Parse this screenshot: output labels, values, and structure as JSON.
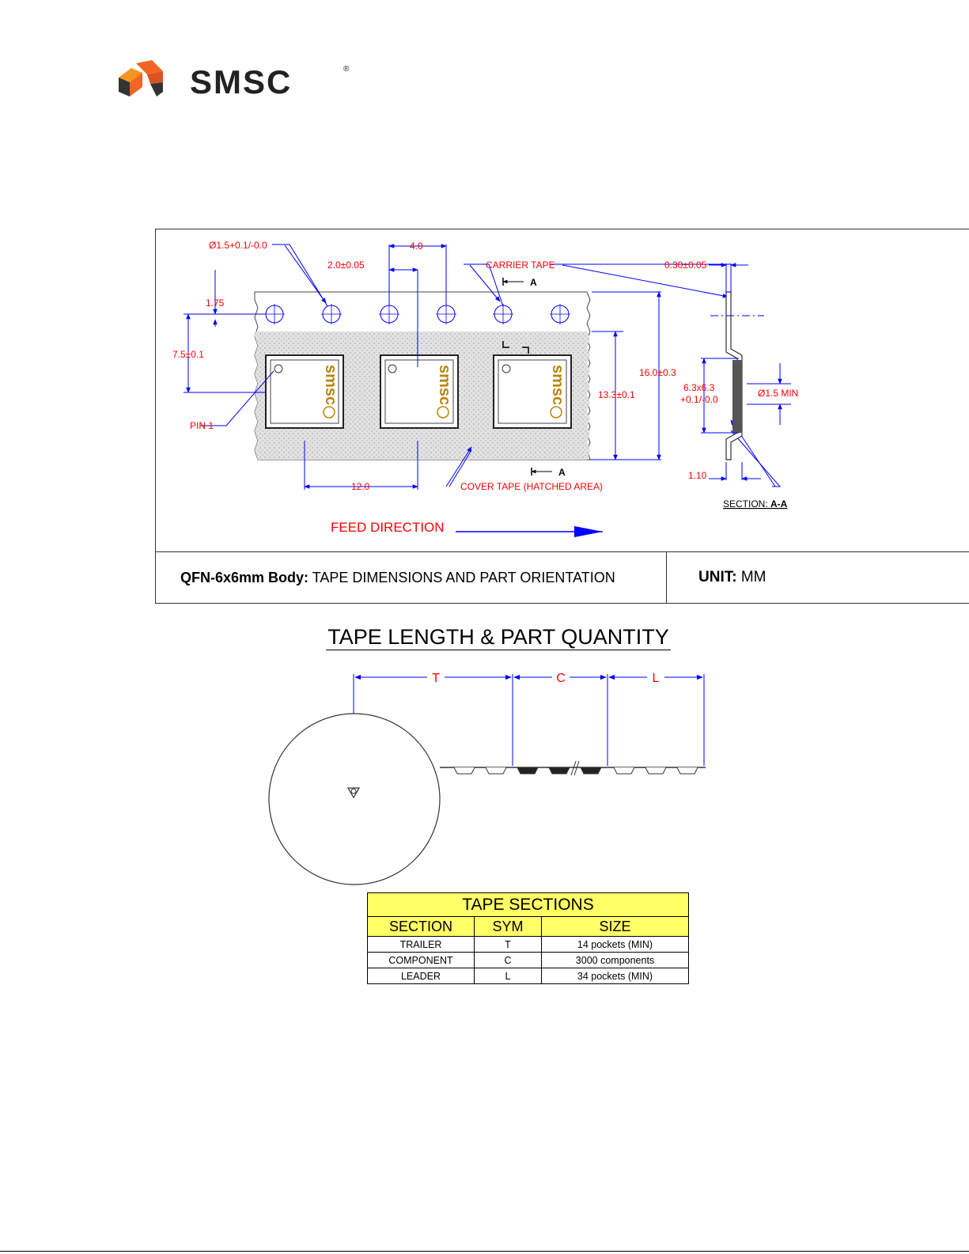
{
  "logo": {
    "brand": "SMSC",
    "registered": "®"
  },
  "drawing": {
    "dims": {
      "hole_dia": "Ø1.5+0.1/-0.0",
      "hole_pitch": "4.0",
      "hole_to_pocket": "2.0±0.05",
      "carrier_tape": "CARRIER TAPE",
      "tape_thickness": "0.30±0.05",
      "edge_to_hole": "1.75",
      "hole_to_center": "7.5±0.1",
      "pin1": "PIN 1",
      "cover_width": "13.3±0.1",
      "tape_width": "16.0±0.3",
      "pocket_size": "6.3x6.3",
      "pocket_tol": "+0.1/-0.0",
      "pocket_hole": "Ø1.5 MIN",
      "pocket_pitch": "12.0",
      "cover_tape": "COVER TAPE (HATCHED AREA)",
      "pocket_depth": "1.10",
      "section_label": "SECTION: ",
      "section_name": "A-A",
      "section_marker": "A"
    },
    "part_marking": "smsc",
    "feed_direction": "FEED DIRECTION",
    "title_bold": "QFN-6x6mm Body:",
    "title_rest": " TAPE DIMENSIONS AND PART ORIENTATION",
    "unit_bold": "UNIT:",
    "unit_rest": " MM"
  },
  "section2": {
    "heading": "TAPE LENGTH & PART QUANTITY",
    "labels": {
      "t": "T",
      "c": "C",
      "l": "L"
    }
  },
  "table": {
    "caption": "TAPE SECTIONS",
    "headers": [
      "SECTION",
      "SYM",
      "SIZE"
    ],
    "rows": [
      [
        "TRAILER",
        "T",
        "14 pockets (MIN)"
      ],
      [
        "COMPONENT",
        "C",
        "3000 components"
      ],
      [
        "LEADER",
        "L",
        "34 pockets (MIN)"
      ]
    ]
  },
  "colors": {
    "dimension_red": "#ff0000",
    "dimension_blue": "#0000ff",
    "logo_orange": "#f26522",
    "table_yellow": "#ffff66"
  }
}
